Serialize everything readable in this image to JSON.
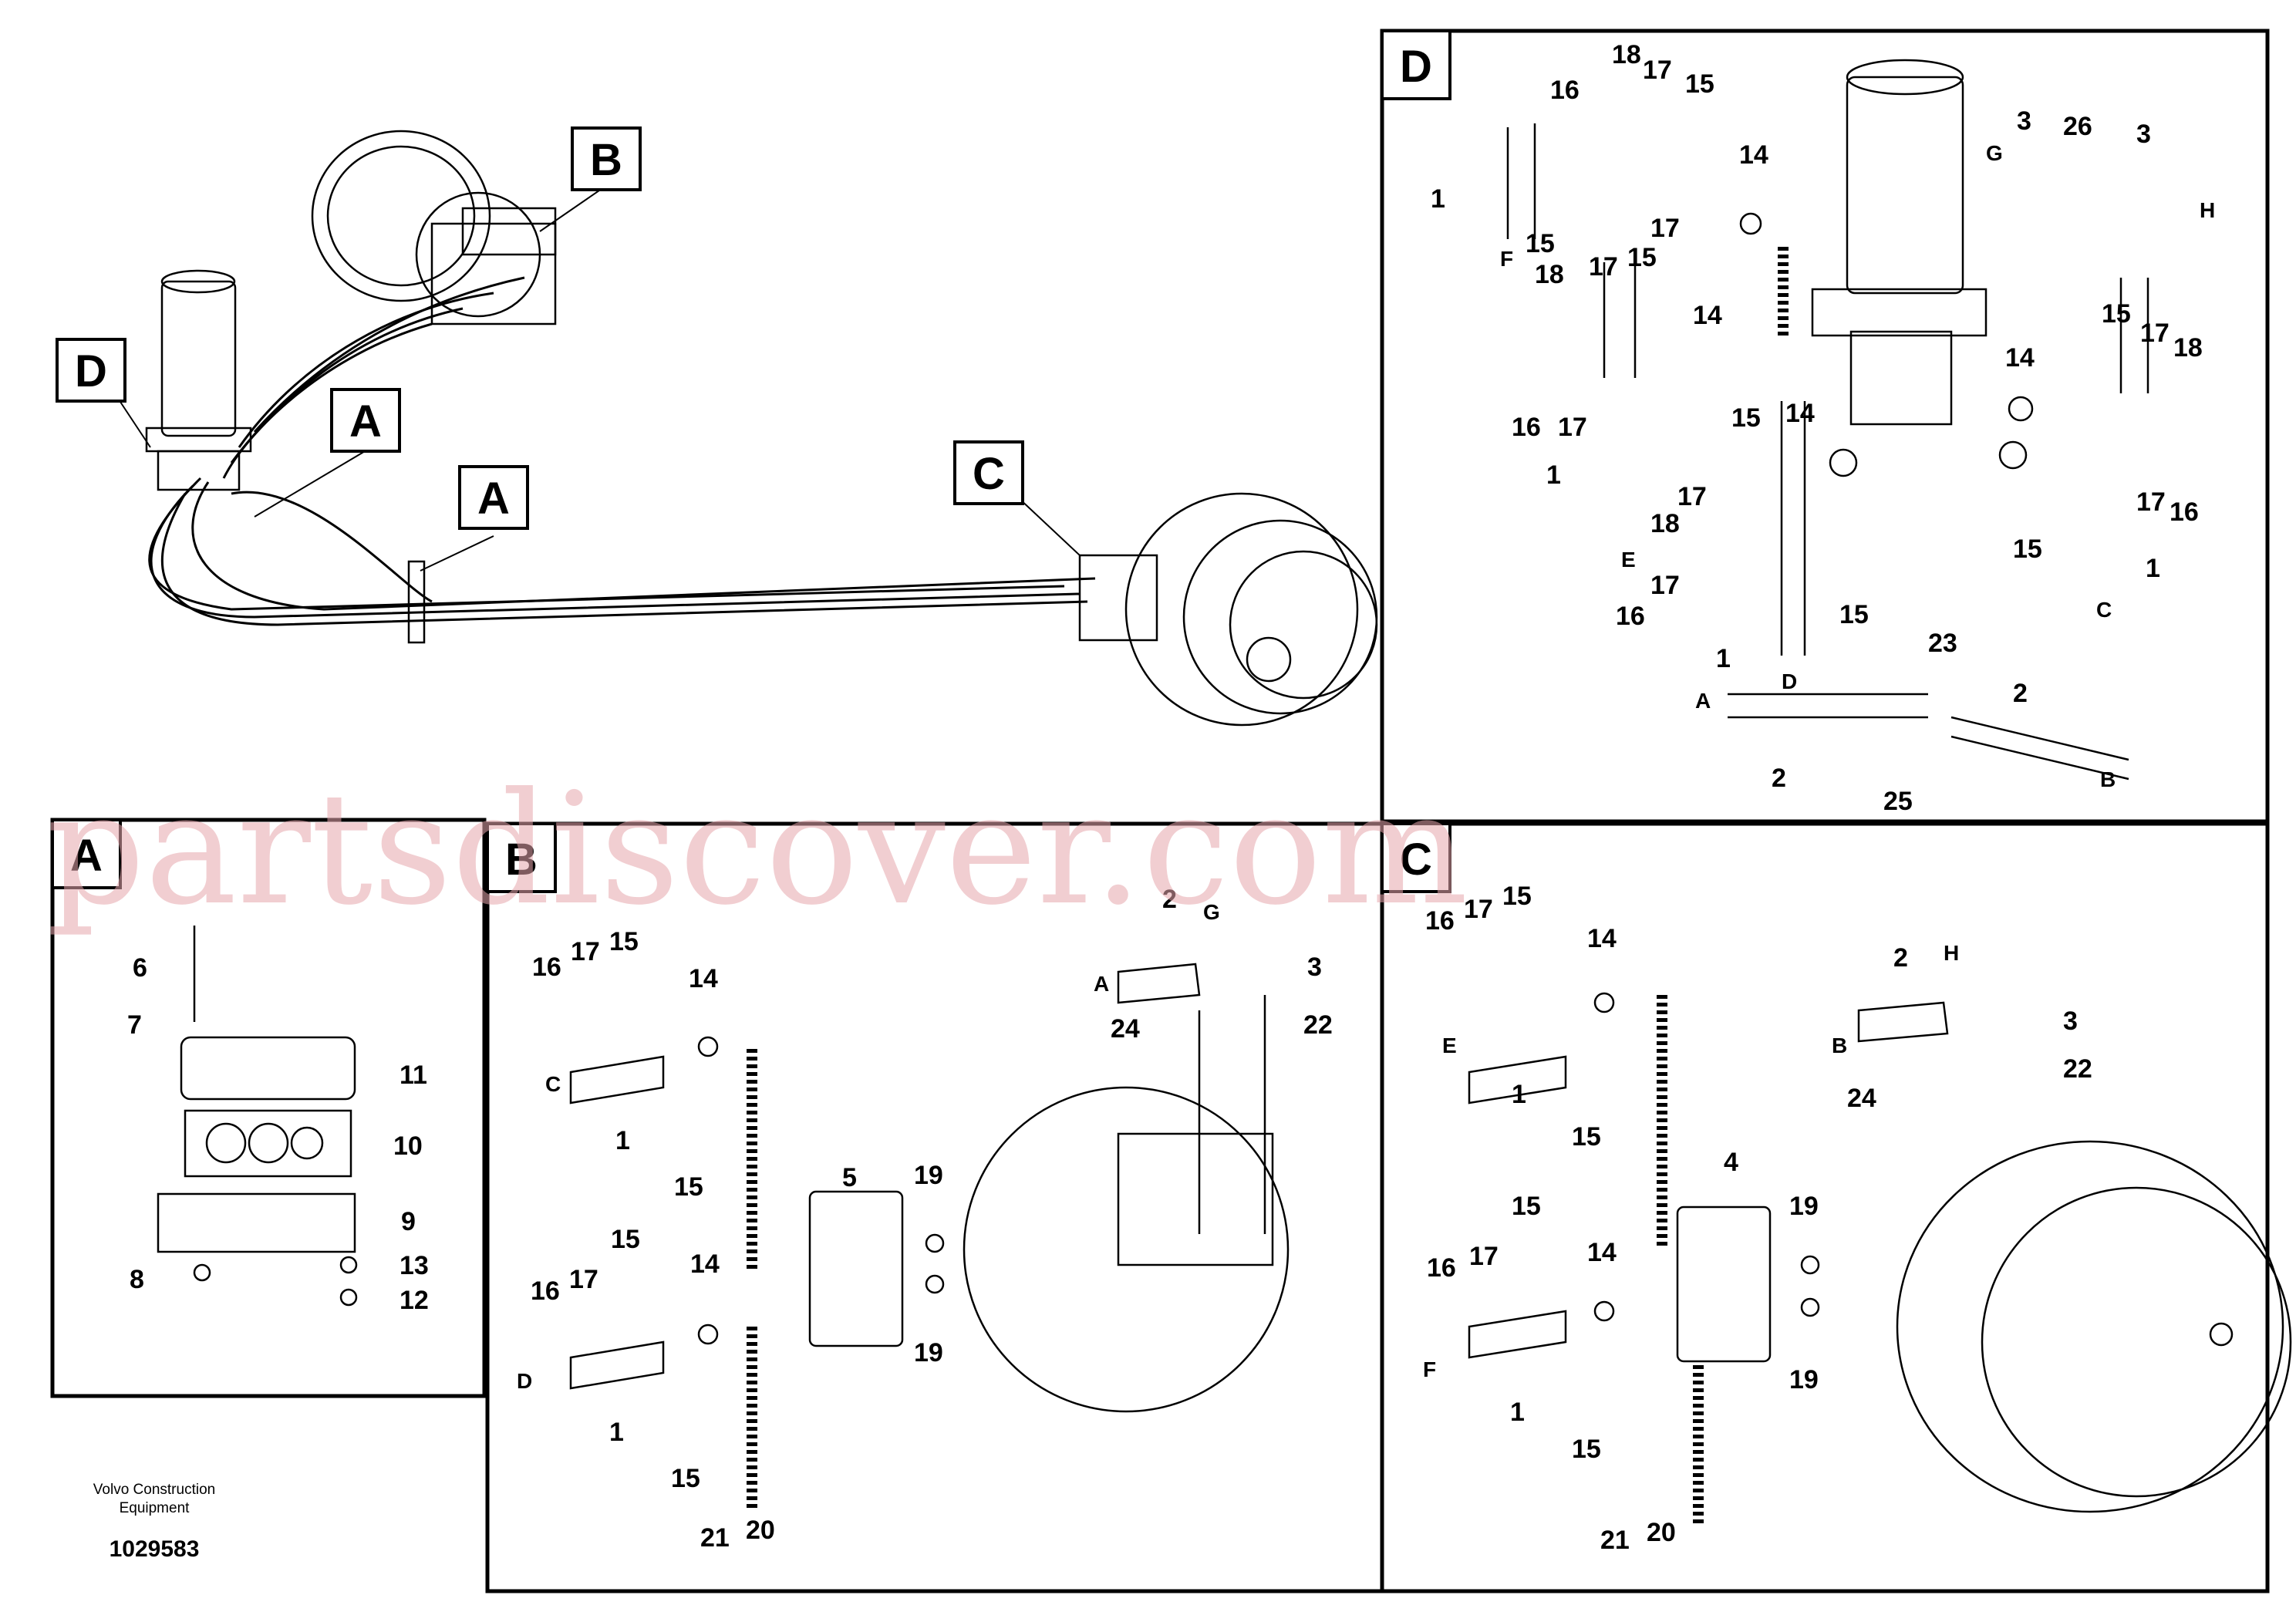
{
  "views": [
    {
      "id": "D",
      "label": "D"
    },
    {
      "id": "A",
      "label": "A"
    },
    {
      "id": "B",
      "label": "B"
    },
    {
      "id": "C",
      "label": "C"
    }
  ],
  "overview_callouts": [
    "B",
    "D",
    "A",
    "A",
    "C"
  ],
  "view_D": {
    "callouts": [
      "18",
      "17",
      "15",
      "16",
      "14",
      "17",
      "15",
      "1",
      "18",
      "17",
      "15",
      "14",
      "16",
      "17",
      "15",
      "1",
      "17",
      "18",
      "17",
      "16",
      "14",
      "1",
      "15",
      "14",
      "15",
      "17",
      "18",
      "17",
      "16",
      "15",
      "1",
      "23",
      "2",
      "2",
      "25",
      "3",
      "26",
      "3"
    ],
    "letters": [
      "F",
      "E",
      "D",
      "C",
      "G",
      "H",
      "A",
      "B"
    ]
  },
  "view_A": {
    "callouts": [
      "6",
      "7",
      "11",
      "10",
      "9",
      "13",
      "8",
      "12"
    ]
  },
  "view_B": {
    "callouts": [
      "2",
      "3",
      "22",
      "24",
      "16",
      "17",
      "15",
      "14",
      "1",
      "15",
      "5",
      "19",
      "19",
      "16",
      "17",
      "15",
      "14",
      "1",
      "15",
      "21",
      "20"
    ],
    "letters": [
      "G",
      "A",
      "C",
      "D"
    ]
  },
  "view_C": {
    "callouts": [
      "16",
      "17",
      "15",
      "14",
      "1",
      "15",
      "2",
      "3",
      "22",
      "24",
      "4",
      "19",
      "19",
      "16",
      "17",
      "15",
      "14",
      "1",
      "15",
      "21",
      "20"
    ],
    "letters": [
      "H",
      "E",
      "B",
      "F"
    ]
  },
  "footer": {
    "maker_line1": "Volvo Construction",
    "maker_line2": "Equipment",
    "doc_number": "1029583"
  },
  "watermark": "partsdiscover.com"
}
